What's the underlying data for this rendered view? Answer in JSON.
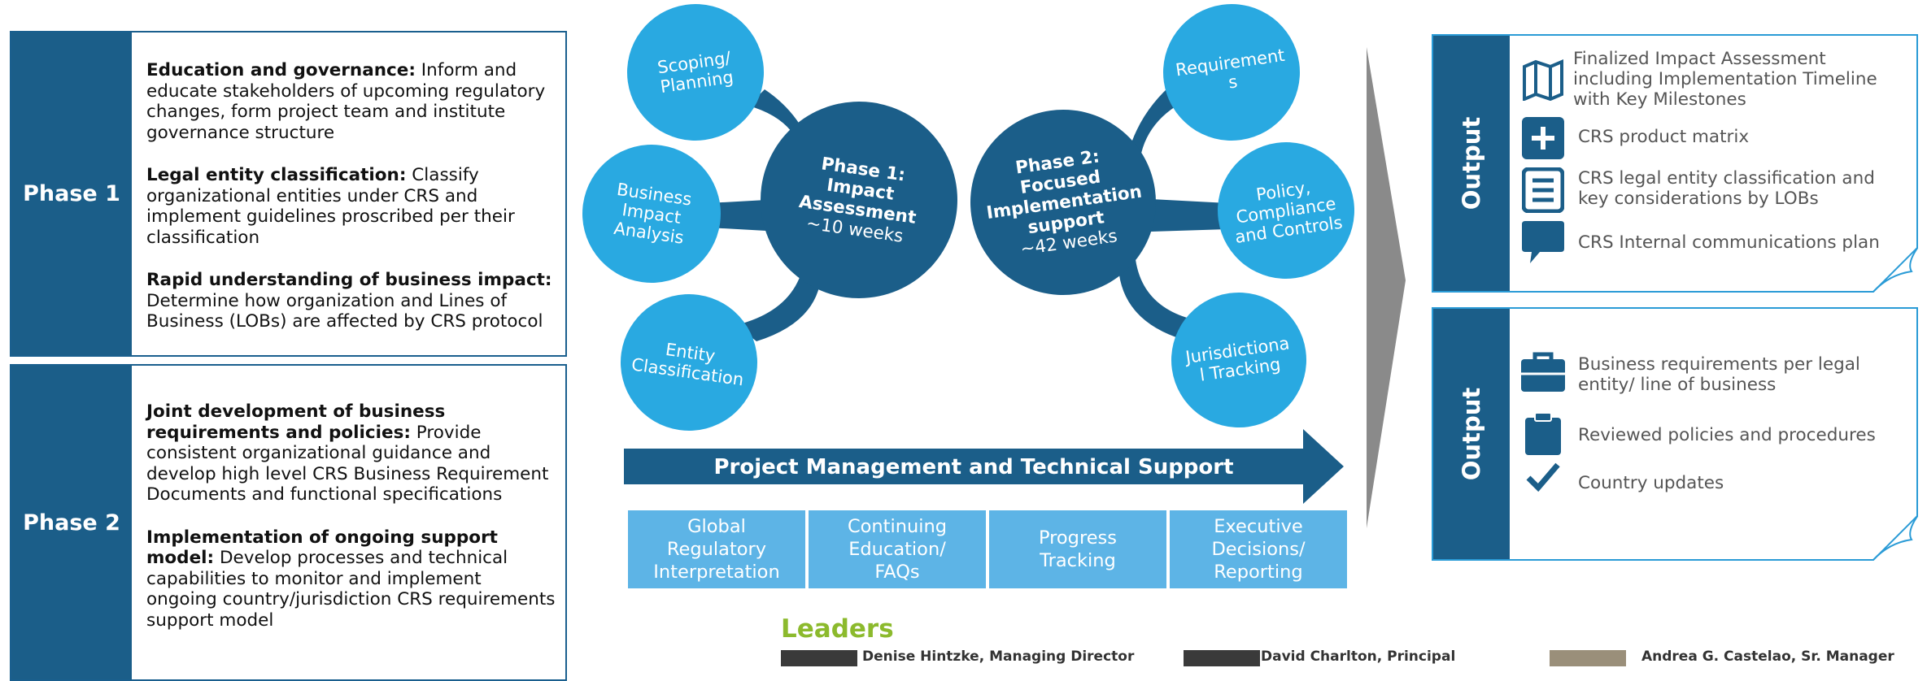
{
  "phases": [
    {
      "label": "Phase 1",
      "items": [
        {
          "heading": "Education and governance:",
          "text": " Inform and educate stakeholders of upcoming regulatory changes, form project team and institute governance structure"
        },
        {
          "heading": "Legal entity classification:",
          "text": " Classify organizational entities under CRS and implement guidelines proscribed per their classification"
        },
        {
          "heading": "Rapid understanding of business impact:",
          "text": " Determine how organization and Lines of Business (LOBs) are affected by CRS protocol"
        }
      ]
    },
    {
      "label": "Phase 2",
      "items": [
        {
          "heading": "Joint development of business requirements and policies:",
          "text": " Provide consistent organizational guidance and develop high level CRS Business Requirement Documents and functional specifications"
        },
        {
          "heading": "Implementation of ongoing support model:",
          "text": " Develop processes and technical capabilities to monitor and implement ongoing country/jurisdiction CRS requirements support model"
        }
      ]
    }
  ],
  "diagram": {
    "phase1_hub": {
      "title": "Phase 1: Impact Assessment",
      "duration": "~10 weeks"
    },
    "phase2_hub": {
      "title": "Phase 2: Focused Implementation support",
      "duration": "~42 weeks"
    },
    "phase1_nodes": [
      "Scoping/ Planning",
      "Business Impact Analysis",
      "Entity Classification"
    ],
    "phase2_nodes": [
      "Requirement s",
      "Policy, Compliance and Controls",
      "Jurisdictiona l Tracking"
    ],
    "bar_label": "Project Management and Technical Support",
    "tiles": [
      "Global Regulatory Interpretation",
      "Continuing Education/ FAQs",
      "Progress Tracking",
      "Executive Decisions/ Reporting"
    ],
    "colors": {
      "dark": "#1b5e89",
      "light": "#29a9e1",
      "tile": "#5db4e6"
    }
  },
  "outputs": [
    {
      "label": "Output",
      "items": [
        {
          "icon": "map-icon",
          "text": "Finalized Impact Assessment including Implementation Timeline with Key Milestones"
        },
        {
          "icon": "plus-icon",
          "text": "CRS product matrix"
        },
        {
          "icon": "document-icon",
          "text": "CRS legal entity classification and key considerations by LOBs"
        },
        {
          "icon": "speech-bubble-icon",
          "text": "CRS Internal communications plan"
        }
      ]
    },
    {
      "label": "Output",
      "items": [
        {
          "icon": "briefcase-icon",
          "text": "Business requirements per legal entity/ line of business"
        },
        {
          "icon": "clipboard-icon",
          "text": "Reviewed policies and procedures"
        },
        {
          "icon": "checkmark-icon",
          "text": "Country updates"
        }
      ]
    }
  ],
  "leaders": {
    "title": "Leaders",
    "people": [
      "Denise Hintzke, Managing Director",
      "David Charlton, Principal",
      "Andrea G. Castelao, Sr. Manager"
    ]
  }
}
